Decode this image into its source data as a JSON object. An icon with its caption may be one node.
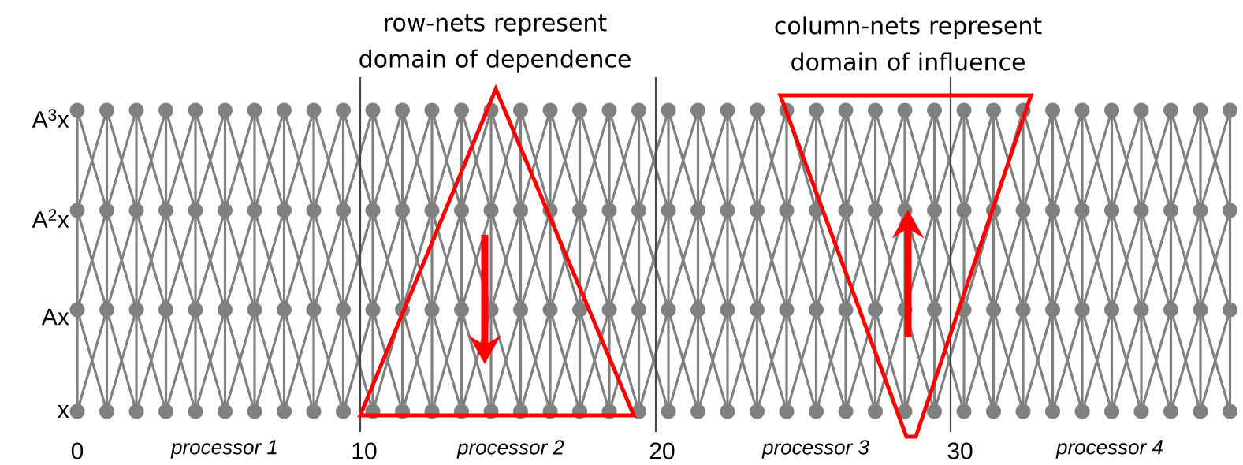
{
  "diagram": {
    "nodes": [
      {
        "text": [
          "row-nets represent domain of dependence"
        ]
      },
      {
        "text": [
          "column-nets represent domain of influence"
        ]
      }
    ],
    "labels": [
      "A$^{3}$x",
      "A$^{2}$x",
      "Ax",
      "x",
      "0",
      "processor 1",
      "10",
      "processor 2",
      "20",
      "processor 3",
      "30",
      "processor 4"
    ]
  }
}
